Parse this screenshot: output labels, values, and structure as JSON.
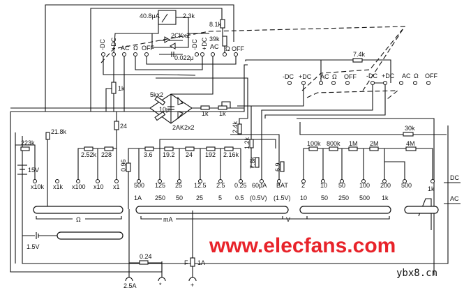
{
  "meter": {
    "current": "40.8μA",
    "resistance": "2.3k",
    "diodes": "2CKx2",
    "capacitor": "0.022μ",
    "r_series": "8.1k",
    "pot": "39k"
  },
  "switch_a": {
    "labels": [
      "-DC",
      "+DC",
      "AC",
      "Ω",
      "OFF"
    ]
  },
  "switch_b": {
    "labels": [
      "-DC",
      "+DC",
      "AC",
      "Ω",
      "OFF"
    ]
  },
  "switch_c": {
    "labels": [
      "-DC",
      "+DC",
      "AC",
      "Ω",
      "OFF"
    ]
  },
  "switch_d": {
    "labels": [
      "-DC",
      "+DC",
      "AC",
      "Ω",
      "OFF"
    ]
  },
  "rectifier": {
    "resistors": "5kx2",
    "capacitor": "10μ",
    "diodes": "2AK2x2",
    "r1": "1k",
    "r2": "1k",
    "pot": "1k",
    "r24": "24"
  },
  "r_top_right": "7.4k",
  "ohm": {
    "r_shunt": "21.8k",
    "r_batt": "223k",
    "battery": "15V",
    "r1": "2.52k",
    "r2": "228",
    "r3": "0.96",
    "ranges": [
      "x10k",
      "x1k",
      "x100",
      "x10",
      "x1"
    ],
    "group_label": "Ω",
    "battery2": "1.5V"
  },
  "ma": {
    "resistors": [
      "3.6",
      "19.2",
      "24",
      "192",
      "2.16k"
    ],
    "row1": [
      "500",
      "125",
      "25",
      "12.5",
      "2.5",
      "0.25"
    ],
    "row2": [
      "1A",
      "250",
      "50",
      "25",
      "5",
      "0.5"
    ],
    "group_label": "mA"
  },
  "special": {
    "r_a": "2.4k",
    "r_b": "1.2k",
    "r_c": "7.8k",
    "r_d": "6.9",
    "row1": [
      "60μA",
      "BAT"
    ],
    "row2": [
      "(0.5V)",
      "(1.5V)"
    ]
  },
  "volt": {
    "resistors": [
      "100k",
      "800k",
      "1M",
      "2M",
      "4M"
    ],
    "r_top": "30k",
    "row1": [
      "2",
      "10",
      "50",
      "100",
      "200",
      "500"
    ],
    "row2": [
      "10",
      "50",
      "250",
      "500",
      "1k"
    ],
    "group_label": "V",
    "pot": "1k",
    "dc": "DC",
    "ac": "AC"
  },
  "bottom": {
    "shunt": "0.24",
    "fuse": "F",
    "fuse_rating": "1A",
    "jack_25a": "2.5A",
    "jack_common": "*",
    "jack_plus": "+"
  },
  "watermarks": {
    "site": "www.elecfans.com",
    "corner": "ybx8.cn"
  }
}
